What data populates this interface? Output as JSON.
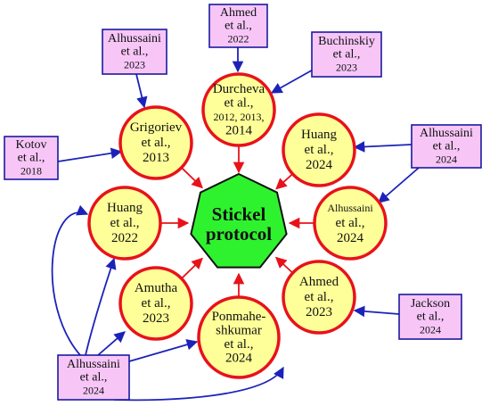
{
  "colors": {
    "circle_fill": "#ffff99",
    "circle_stroke": "#e8121a",
    "box_fill": "#f7c6f7",
    "box_stroke": "#1a1aa0",
    "hub_fill": "#2ff22f",
    "arrow_red": "#e8121a",
    "arrow_blue": "#1c22b8"
  },
  "hub": {
    "lines": [
      "Stickel",
      "protocol"
    ]
  },
  "circles": [
    {
      "id": "durcheva",
      "lines": [
        "Durcheva",
        "et al.,",
        "2012, 2013,",
        "2014"
      ]
    },
    {
      "id": "grigoriev",
      "lines": [
        "Grigoriev",
        "et al.,",
        "2013"
      ]
    },
    {
      "id": "huang-2024",
      "lines": [
        "Huang",
        "et al.,",
        "2024"
      ]
    },
    {
      "id": "huang-2022",
      "lines": [
        "Huang",
        "et al.,",
        "2022"
      ]
    },
    {
      "id": "alhussaini-right",
      "lines": [
        "Alhussaini",
        "et al.,",
        "2024"
      ]
    },
    {
      "id": "amutha",
      "lines": [
        "Amutha",
        "et al.,",
        "2023"
      ]
    },
    {
      "id": "ahmed-2023",
      "lines": [
        "Ahmed",
        "et al.,",
        "2023"
      ]
    },
    {
      "id": "ponmahe",
      "lines": [
        "Ponmahe-",
        "shkumar",
        "et al.,",
        "2024"
      ]
    }
  ],
  "boxes": [
    {
      "id": "ahmed-2022",
      "lines": [
        "Ahmed",
        "et al.,",
        "2022"
      ]
    },
    {
      "id": "alhussaini-2023",
      "lines": [
        "Alhussaini",
        "et al.,",
        "2023"
      ]
    },
    {
      "id": "buchinskiy",
      "lines": [
        "Buchinskiy",
        "et al.,",
        "2023"
      ]
    },
    {
      "id": "kotov",
      "lines": [
        "Kotov",
        "et al.,",
        "2018"
      ]
    },
    {
      "id": "alhussaini-2024-right",
      "lines": [
        "Alhussaini",
        "et al.,",
        "2024"
      ]
    },
    {
      "id": "jackson",
      "lines": [
        "Jackson",
        "et al.,",
        "2024"
      ]
    },
    {
      "id": "alhussaini-2024-bottom",
      "lines": [
        "Alhussaini",
        "et al.,",
        "2024"
      ]
    }
  ]
}
